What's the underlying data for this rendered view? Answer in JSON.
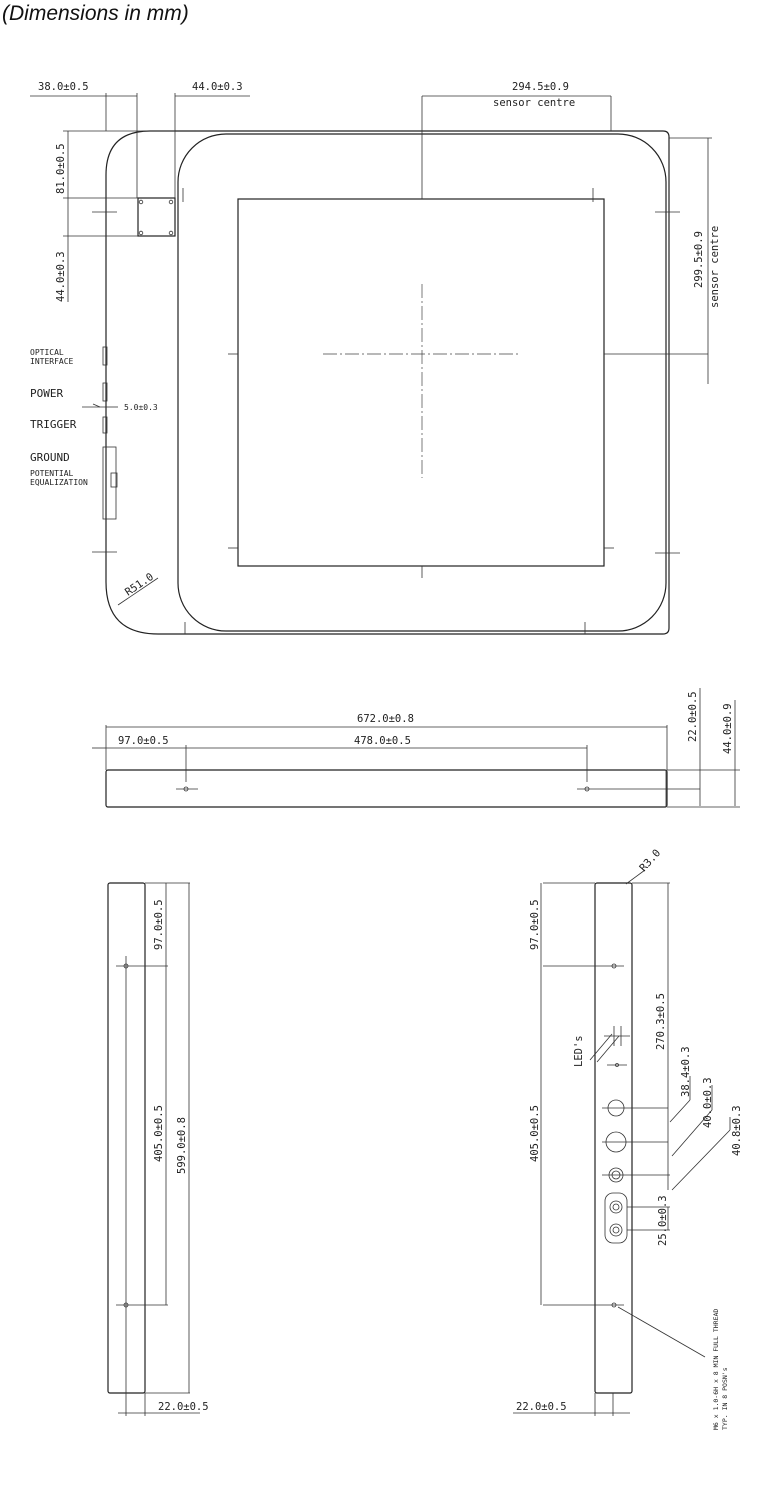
{
  "caption": "(Dimensions in mm)",
  "top_view": {
    "dims": {
      "d38": "38.0±0.5",
      "d44w": "44.0±0.3",
      "d294": "294.5±0.9",
      "sensor_centre_h": "sensor centre",
      "d81": "81.0±0.5",
      "d44v": "44.0±0.3",
      "d299": "299.5±0.9",
      "sensor_centre_v": "sensor centre",
      "d5": "5.0±0.3",
      "r51": "R51.0"
    },
    "labels": {
      "optical": "OPTICAL",
      "interface": "INTERFACE",
      "power": "POWER",
      "trigger": "TRIGGER",
      "ground": "GROUND",
      "potential": "POTENTIAL",
      "equalization": "EQUALIZATION"
    }
  },
  "side_view": {
    "d672": "672.0±0.8",
    "d97": "97.0±0.5",
    "d478": "478.0±0.5",
    "d22": "22.0±0.5",
    "d44": "44.0±0.9"
  },
  "left_end_view": {
    "d97": "97.0±0.5",
    "d405": "405.0±0.5",
    "d599": "599.0±0.8",
    "d22": "22.0±0.5"
  },
  "right_end_view": {
    "r3": "R3.0",
    "d97": "97.0±0.5",
    "d270": "270.3±0.5",
    "leds": "LED's",
    "d384": "38.4±0.3",
    "d400": "40.0±0.3",
    "d408": "40.8±0.3",
    "d250": "25.0±0.3",
    "d405": "405.0±0.5",
    "d22": "22.0±0.5",
    "thread1": "M6 x 1.0-6H x 8 MIN FULL THREAD",
    "thread2": "TYP. IN 8 POSN's"
  }
}
